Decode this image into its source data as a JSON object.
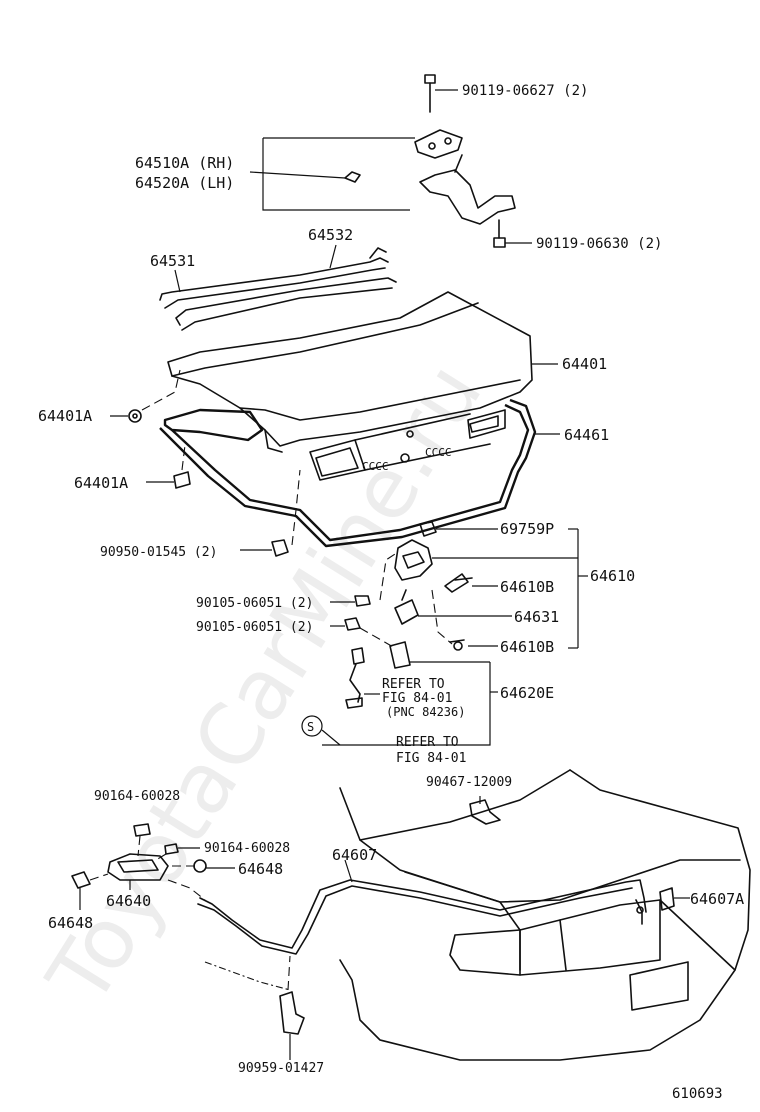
{
  "watermark": "ToyotaCarMine.ru",
  "diagram_code": "610693",
  "labels": {
    "bolt_top": "90119-06627 (2)",
    "hinge_rh": "64510A (RH)",
    "hinge_lh": "64520A (LH)",
    "bolt_hinge": "90119-06630 (2)",
    "rod_64532": "64532",
    "rod_64531": "64531",
    "lid": "64401",
    "lid_a1": "64401A",
    "lid_a2": "64401A",
    "weatherstrip": "64461",
    "nut_90950": "90950-01545 (2)",
    "p69759": "69759P",
    "lock_assy": "64610",
    "p64610b_1": "64610B",
    "p64631": "64631",
    "p64610b_2": "64610B",
    "bolt_a": "90105-06051 (2)",
    "bolt_b": "90105-06051 (2)",
    "refer1_l1": "REFER TO",
    "refer1_l2": "FIG 84-01",
    "refer1_l3": "(PNC 84236)",
    "p64620e": "64620E",
    "s_mark": "S",
    "refer2_l1": "REFER TO",
    "refer2_l2": "FIG 84-01",
    "clip_90467": "90467-12009",
    "screw_a": "90164-60028",
    "screw_b": "90164-60028",
    "p64648_r": "64648",
    "p64648_l": "64648",
    "opener": "64640",
    "cable": "64607",
    "p64607a": "64607A",
    "clamp_90959": "90959-01427"
  }
}
